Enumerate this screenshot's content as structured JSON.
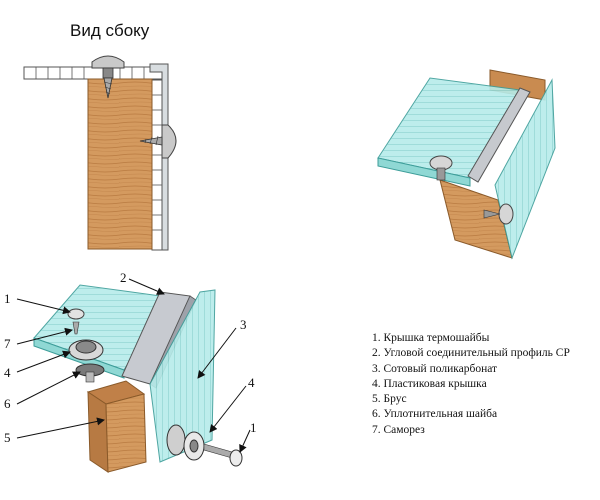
{
  "diagram": {
    "title": "Вид сбоку",
    "legend": [
      "1. Крышка термошайбы",
      "2. Угловой соединительный профиль СР",
      "3. Сотовый поликарбонат",
      "4. Пластиковая крышка",
      "5. Брус",
      "6. Уплотнительная шайба",
      "7. Саморез"
    ],
    "callouts": [
      "1",
      "7",
      "4",
      "6",
      "5",
      "2",
      "3",
      "4",
      "1"
    ],
    "colors": {
      "polycarbonate": "#a8e6e4",
      "polycarbonate_edge": "#5fb8b4",
      "wood": "#d2955a",
      "wood_dark": "#a86a35",
      "profile": "#c8c8d0",
      "metal": "#9a9a9a"
    }
  }
}
